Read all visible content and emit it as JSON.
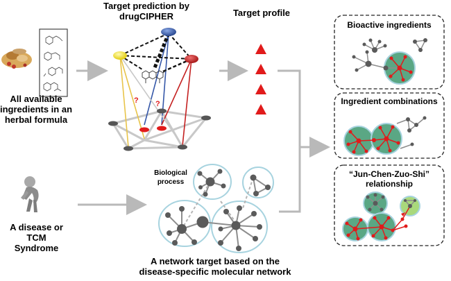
{
  "labels": {
    "target_prediction": "Target prediction by drugCIPHER",
    "target_profile": "Target profile",
    "ingredients": "All available ingredients in an herbal formula",
    "disease": "A disease or TCM Syndrome",
    "biological_process": "Biological process",
    "network_target": "A network target based on the disease-specific molecular network",
    "panel_bioactive": "Bioactive ingredients",
    "panel_combinations": "Ingredient combinations",
    "panel_jun": "“Jun-Chen-Zuo-Shi” relationship",
    "question_mark": "?"
  },
  "colors": {
    "node_grey": "#5a5a5a",
    "teal_fill": "#5aa784",
    "teal_ring": "#a7d3df",
    "red": "#e11b1b",
    "blue_node": "#3557a8",
    "yellow_node": "#ffe833",
    "red_node": "#c42020",
    "arrow_grey": "#b9b9b9",
    "light_green": "#a9d97b"
  }
}
